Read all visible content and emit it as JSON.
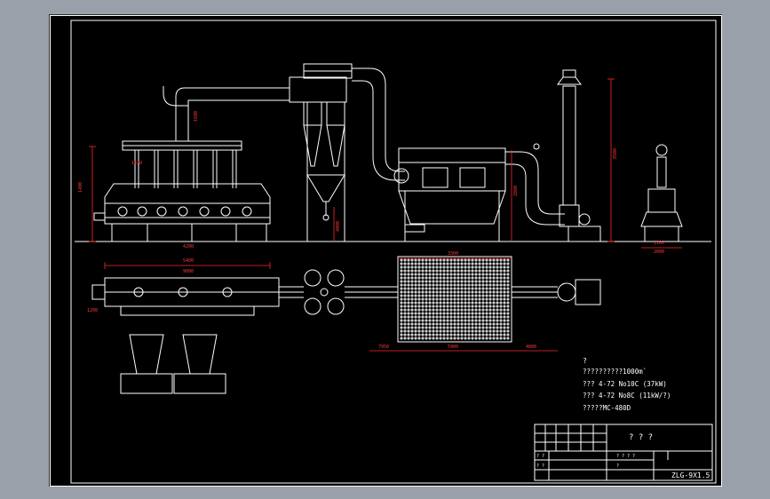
{
  "sheet": {
    "background": "#000000",
    "frame_color": "#ffffff",
    "dimension_color": "#ff2a2a",
    "surround_color": "#9aa0aa"
  },
  "notes": {
    "heading": "?",
    "lines": [
      "??????????1000m`",
      "???   4-72 No10C (37kW)",
      "???   4-72 No8C  (11kW/?)",
      "?????MC-480D"
    ]
  },
  "title_block": {
    "name": "? ? ?",
    "drawing_no": "ZLG-9X1.5",
    "small_labels": [
      "? ?",
      "? ?",
      "? ? ? ?",
      "?"
    ]
  },
  "dimension_labels": {
    "left_elevation": [
      "1400",
      "1670",
      "4200",
      "5400",
      "1600",
      "9000"
    ],
    "cyclone": [
      "4000"
    ],
    "bag_filter": [
      "2880"
    ],
    "stack": [
      "8500"
    ],
    "fan_end": [
      "1100",
      "2000"
    ],
    "plan": [
      "7950",
      "5900",
      "4800",
      "3300",
      "1200"
    ]
  },
  "icons": [
    "gear-icon",
    "cyclone-icon",
    "fan-icon",
    "hopper-icon"
  ]
}
